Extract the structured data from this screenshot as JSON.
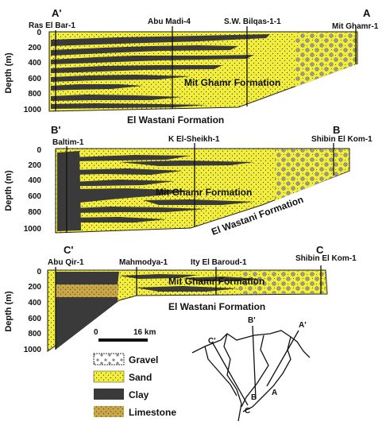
{
  "sections": [
    {
      "end_left": "A'",
      "end_right": "A",
      "wells": [
        "Ras El Bar-1",
        "Abu Madi-4",
        "S.W. Bilqas-1-1",
        "Mit Ghamr-1"
      ],
      "formation_upper": "Mit Ghamr Formation",
      "formation_lower": "El Wastani Formation",
      "depth_label": "Depth (m)",
      "depth_ticks": [
        "0",
        "200",
        "400",
        "600",
        "800",
        "1000"
      ]
    },
    {
      "end_left": "B'",
      "end_right": "B",
      "wells": [
        "Baltim-1",
        "K El-Sheikh-1",
        "Shibin El Kom-1"
      ],
      "formation_upper": "Mit Ghamr Formation",
      "formation_lower": "El Wastani Formation",
      "depth_label": "Depth (m)",
      "depth_ticks": [
        "0",
        "200",
        "400",
        "600",
        "800",
        "1000"
      ]
    },
    {
      "end_left": "C'",
      "end_right": "C",
      "wells": [
        "Abu Qir-1",
        "Mahmodya-1",
        "Ity El Baroud-1",
        "Shibin El Kom-1"
      ],
      "formation_upper": "Mit Ghamr Formation",
      "formation_lower": "El Wastani Formation",
      "depth_label": "Depth (m)",
      "depth_ticks": [
        "0",
        "200",
        "400",
        "600",
        "800",
        "1000"
      ]
    }
  ],
  "scale": {
    "start": "0",
    "end": "16 km"
  },
  "legend": [
    {
      "label": "Gravel",
      "pattern": "gravel"
    },
    {
      "label": "Sand",
      "pattern": "sand"
    },
    {
      "label": "Clay",
      "pattern": "clay"
    },
    {
      "label": "Limestone",
      "pattern": "limestone"
    }
  ],
  "map_labels": {
    "b_prime": "B'",
    "a_prime": "A'",
    "c_prime": "C'",
    "b": "B",
    "a": "A",
    "c": "C"
  },
  "colors": {
    "sand": "#f3ee3a",
    "clay": "#3a3a3a",
    "gravel": "#d9d9d9",
    "limestone": "#c8a64a"
  }
}
